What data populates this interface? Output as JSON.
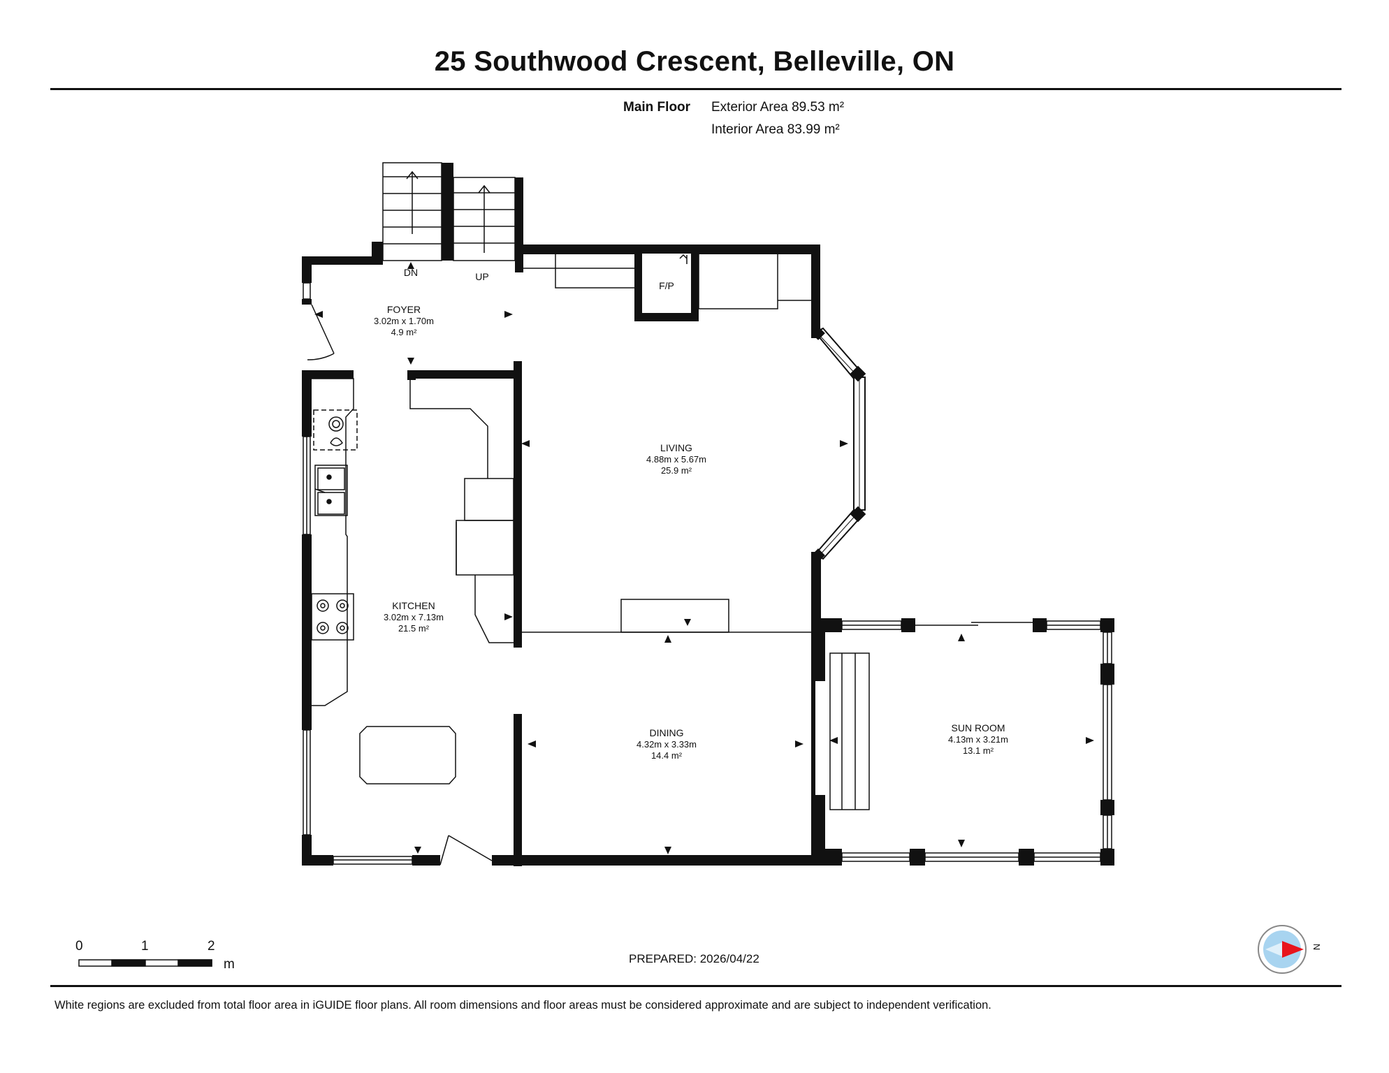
{
  "title": "25 Southwood Crescent, Belleville, ON",
  "floor": {
    "name": "Main Floor",
    "exterior_area": "Exterior Area 89.53 m²",
    "interior_area": "Interior Area 83.99 m²"
  },
  "rooms": [
    {
      "id": "foyer",
      "name": "FOYER",
      "dims": "3.02m x 1.70m",
      "area": "4.9 m²"
    },
    {
      "id": "kitchen",
      "name": "KITCHEN",
      "dims": "3.02m x 7.13m",
      "area": "21.5 m²"
    },
    {
      "id": "living",
      "name": "LIVING",
      "dims": "4.88m x 5.67m",
      "area": "25.9 m²"
    },
    {
      "id": "dining",
      "name": "DINING",
      "dims": "4.32m x 3.33m",
      "area": "14.4 m²"
    },
    {
      "id": "sunroom",
      "name": "SUN ROOM",
      "dims": "4.13m x 3.21m",
      "area": "13.1 m²"
    }
  ],
  "labels": {
    "stairs_down": "DN",
    "stairs_up": "UP",
    "fireplace": "F/P"
  },
  "scale": {
    "ticks": [
      "0",
      "1",
      "2"
    ],
    "unit": "m"
  },
  "compass": {
    "label": "N"
  },
  "prepared": "PREPARED: 2026/04/22",
  "disclaimer": "White regions are excluded from total floor area in iGUIDE floor plans. All room dimensions and floor areas must be considered approximate and are subject to independent verification.",
  "colors": {
    "wall": "#111111",
    "compass_red": "#e8141c",
    "compass_blue": "#a8d4f0"
  }
}
